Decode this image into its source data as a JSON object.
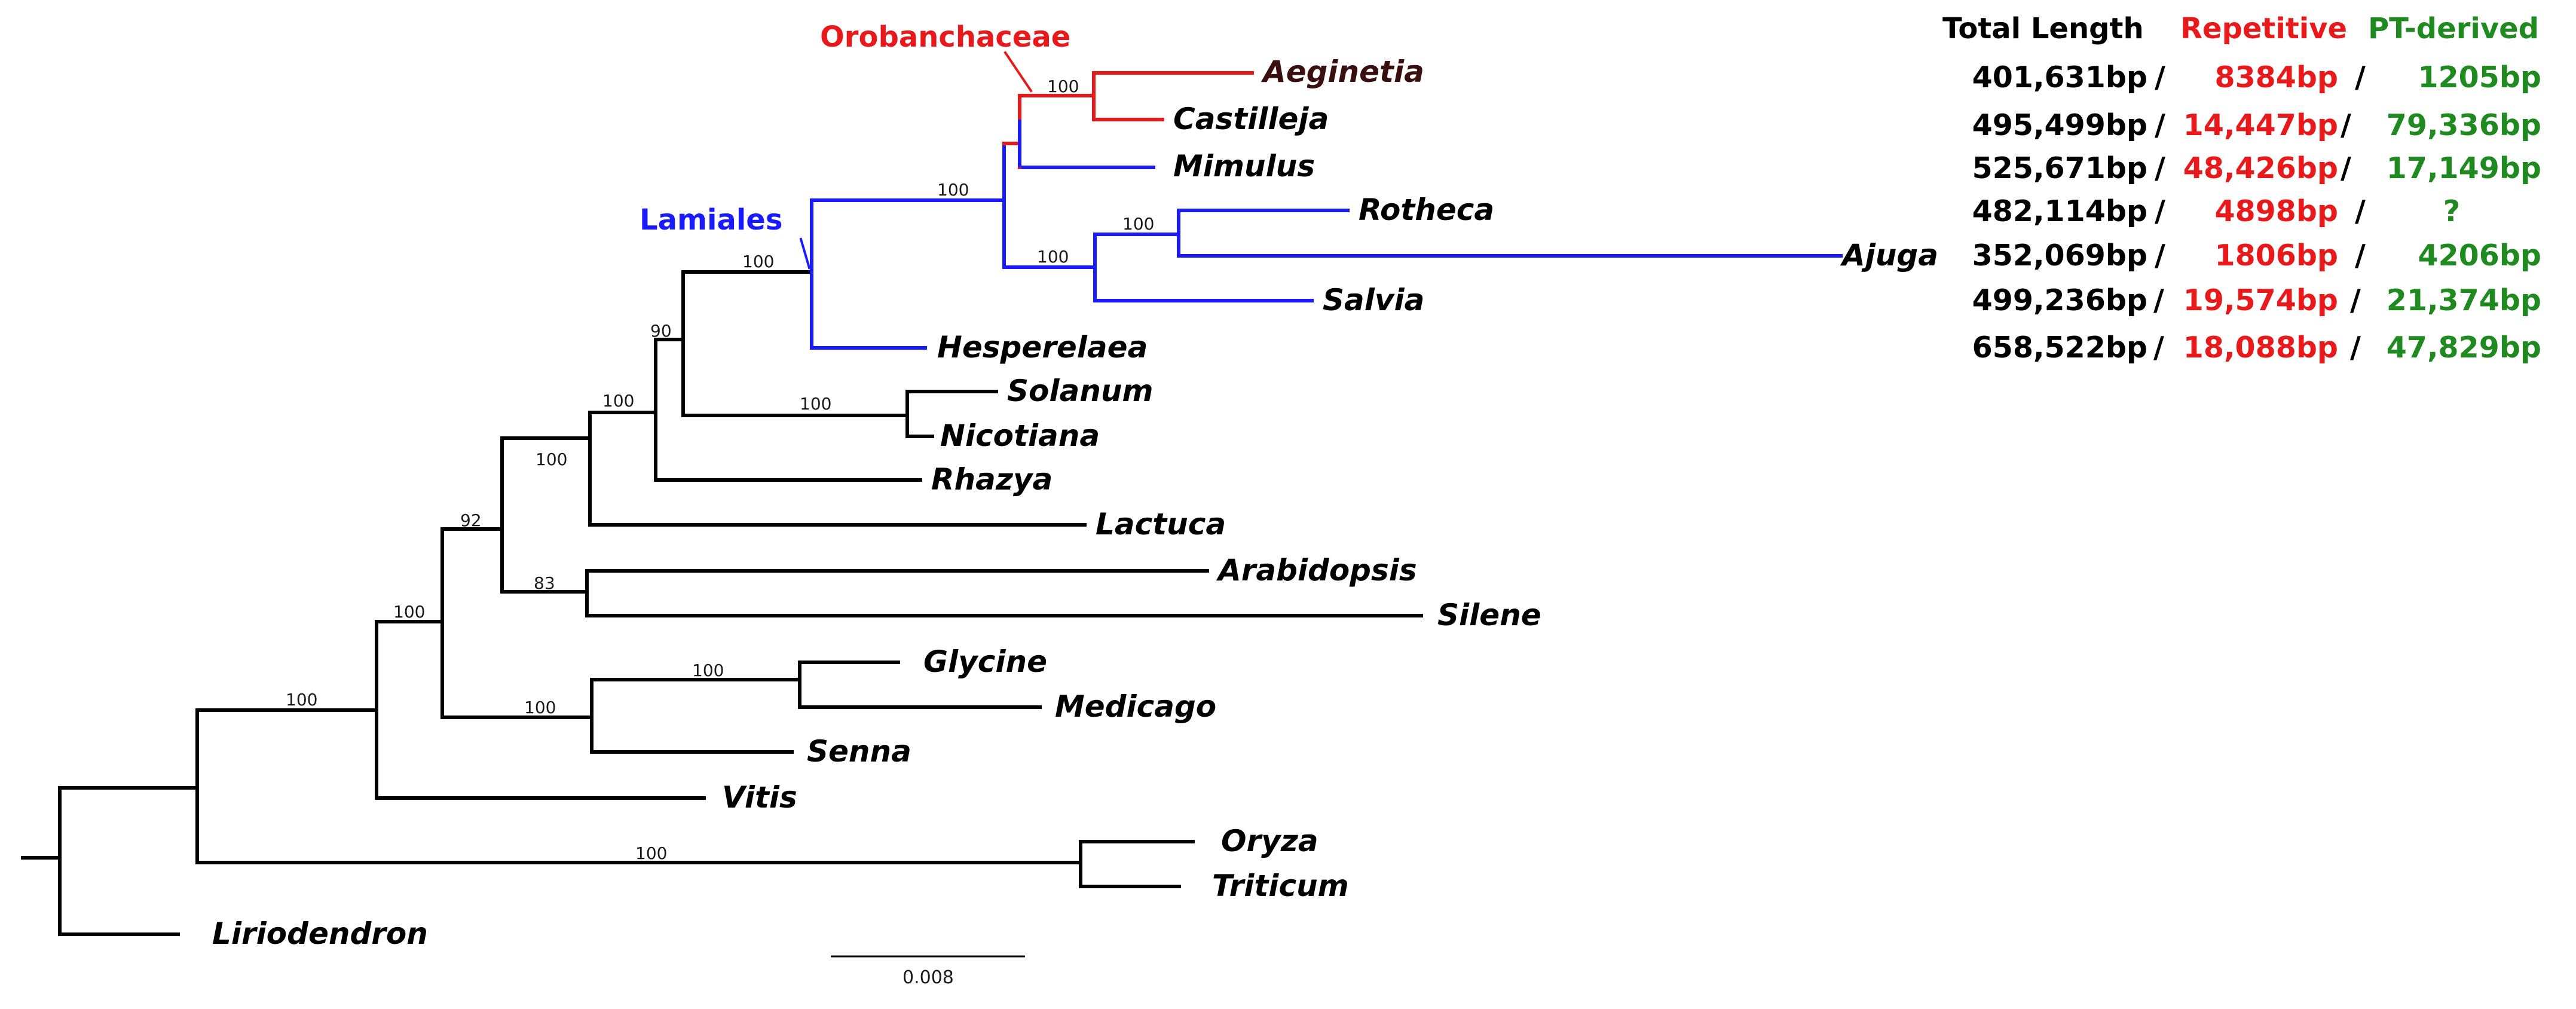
{
  "colors": {
    "black": "#000000",
    "lamiales": "#1a1aff",
    "orobanchaceae": "#e8191a",
    "repetitive": "#e8191a",
    "pt_derived": "#1f8a1f",
    "aeginetia_label": "#3a0f0f"
  },
  "clades": {
    "lamiales": "Lamiales",
    "orobanchaceae": "Orobanchaceae"
  },
  "scale_label": "0.008",
  "table": {
    "headers": {
      "total": "Total Length",
      "repetitive": "Repetitive",
      "pt": "PT-derived"
    },
    "rows": [
      {
        "taxon": "Aeginetia",
        "total": "401,631bp",
        "repetitive": "8384bp",
        "pt": "1205bp"
      },
      {
        "taxon": "Castilleja",
        "total": "495,499bp",
        "repetitive": "14,447bp",
        "pt": "79,336bp"
      },
      {
        "taxon": "Mimulus",
        "total": "525,671bp",
        "repetitive": "48,426bp",
        "pt": "17,149bp"
      },
      {
        "taxon": "Rotheca",
        "total": "482,114bp",
        "repetitive": "4898bp",
        "pt": "?"
      },
      {
        "taxon": "Ajuga",
        "total": "352,069bp",
        "repetitive": "1806bp",
        "pt": "4206bp"
      },
      {
        "taxon": "Salvia",
        "total": "499,236bp",
        "repetitive": "19,574bp",
        "pt": "21,374bp"
      },
      {
        "taxon": "Hesperelaea",
        "total": "658,522bp",
        "repetitive": "18,088bp",
        "pt": "47,829bp"
      }
    ]
  },
  "tree": {
    "taxa": [
      "Aeginetia",
      "Castilleja",
      "Mimulus",
      "Rotheca",
      "Ajuga",
      "Salvia",
      "Hesperelaea",
      "Solanum",
      "Nicotiana",
      "Rhazya",
      "Lactuca",
      "Arabidopsis",
      "Silene",
      "Glycine",
      "Medicago",
      "Senna",
      "Vitis",
      "Oryza",
      "Triticum",
      "Liriodendron"
    ],
    "support_values": [
      "100",
      "100",
      "100",
      "100",
      "100",
      "90",
      "100",
      "100",
      "100",
      "92",
      "83",
      "100",
      "100",
      "100",
      "100",
      "100"
    ]
  }
}
